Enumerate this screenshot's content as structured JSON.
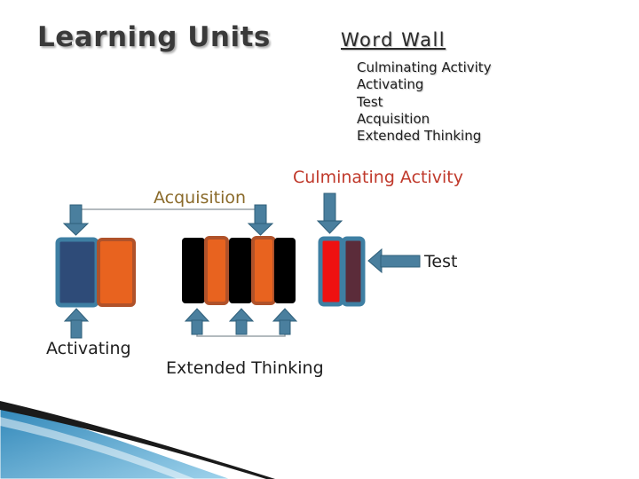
{
  "title": "Learning Units",
  "word_wall": {
    "heading": "Word Wall",
    "items": [
      "Culminating Activity",
      "Activating",
      "Test",
      "Acquisition",
      "Extended Thinking"
    ]
  },
  "labels": {
    "acquisition": "Acquisition",
    "culminating": "Culminating Activity",
    "test": "Test",
    "activating": "Activating",
    "extended": "Extended Thinking"
  },
  "colors": {
    "frame_blue": "#3e7fa3",
    "navy": "#2e4b78",
    "orange": "#e8631f",
    "black": "#000000",
    "red": "#ee1111",
    "maroon": "#5b2c3a",
    "arrow_blue": "#4a7f9e"
  }
}
